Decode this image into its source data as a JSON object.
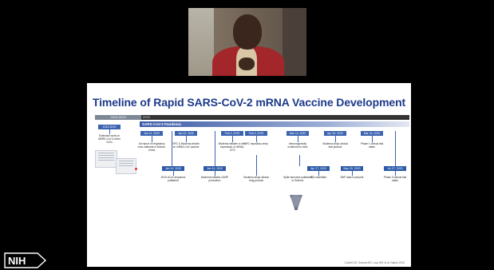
{
  "slide": {
    "title": "Timeline of Rapid SARS-CoV-2 mRNA Vaccine Development",
    "era_prior": "2013-2019",
    "era_current": "2020",
    "pandemic_label": "SARS-CoV-2 Pandemic",
    "citation": "Corbett KS, Graham BS, Lacy MR, et al. Nature 2020",
    "events_top": [
      {
        "date": "Jan 11, 2020",
        "note": "1st report of respiratory virus outbreak in Wuhan, China"
      },
      {
        "date": "Jan 13, 2020",
        "note": "VRC & Moderna decide on mRNA-CoV vaccine"
      },
      {
        "date": "Feb 4, 2020",
        "note": "Moderna initiates in vitro expression of mRNA-1273"
      },
      {
        "date": "Feb 4, 2020",
        "note": "VRC repository entry"
      },
      {
        "date": "Mar 16, 2020",
        "note": "Immunogenicity confirmed in mice"
      },
      {
        "date": "Apr 26, 2020",
        "note": "Moderna ships clinical trial product"
      },
      {
        "date": "Mar 16, 2020",
        "note": "Phase 1 clinical trial starts"
      }
    ],
    "events_bottom": [
      {
        "date": "Jan 10, 2020",
        "note": "2019-nCoV sequence published"
      },
      {
        "date": "Jan 14, 2020",
        "note": "Moderna initiates cGMP production"
      },
      {
        "date": "",
        "note": "Moderna ships clinical drug product"
      },
      {
        "date": "",
        "note": "Spike structure published in Science"
      },
      {
        "date": "Apr 27, 2020",
        "note": "IND submitted"
      },
      {
        "date": "May 29, 2020",
        "note": "NHP data in preprint"
      },
      {
        "date": "Jul 27, 2020",
        "note": "Phase 3 clinical trial starts"
      }
    ],
    "early_event": {
      "date": "2013-2019",
      "note": "Extensive work on MERS-CoV & other CoVs"
    }
  },
  "logo": {
    "text": "NIH"
  }
}
